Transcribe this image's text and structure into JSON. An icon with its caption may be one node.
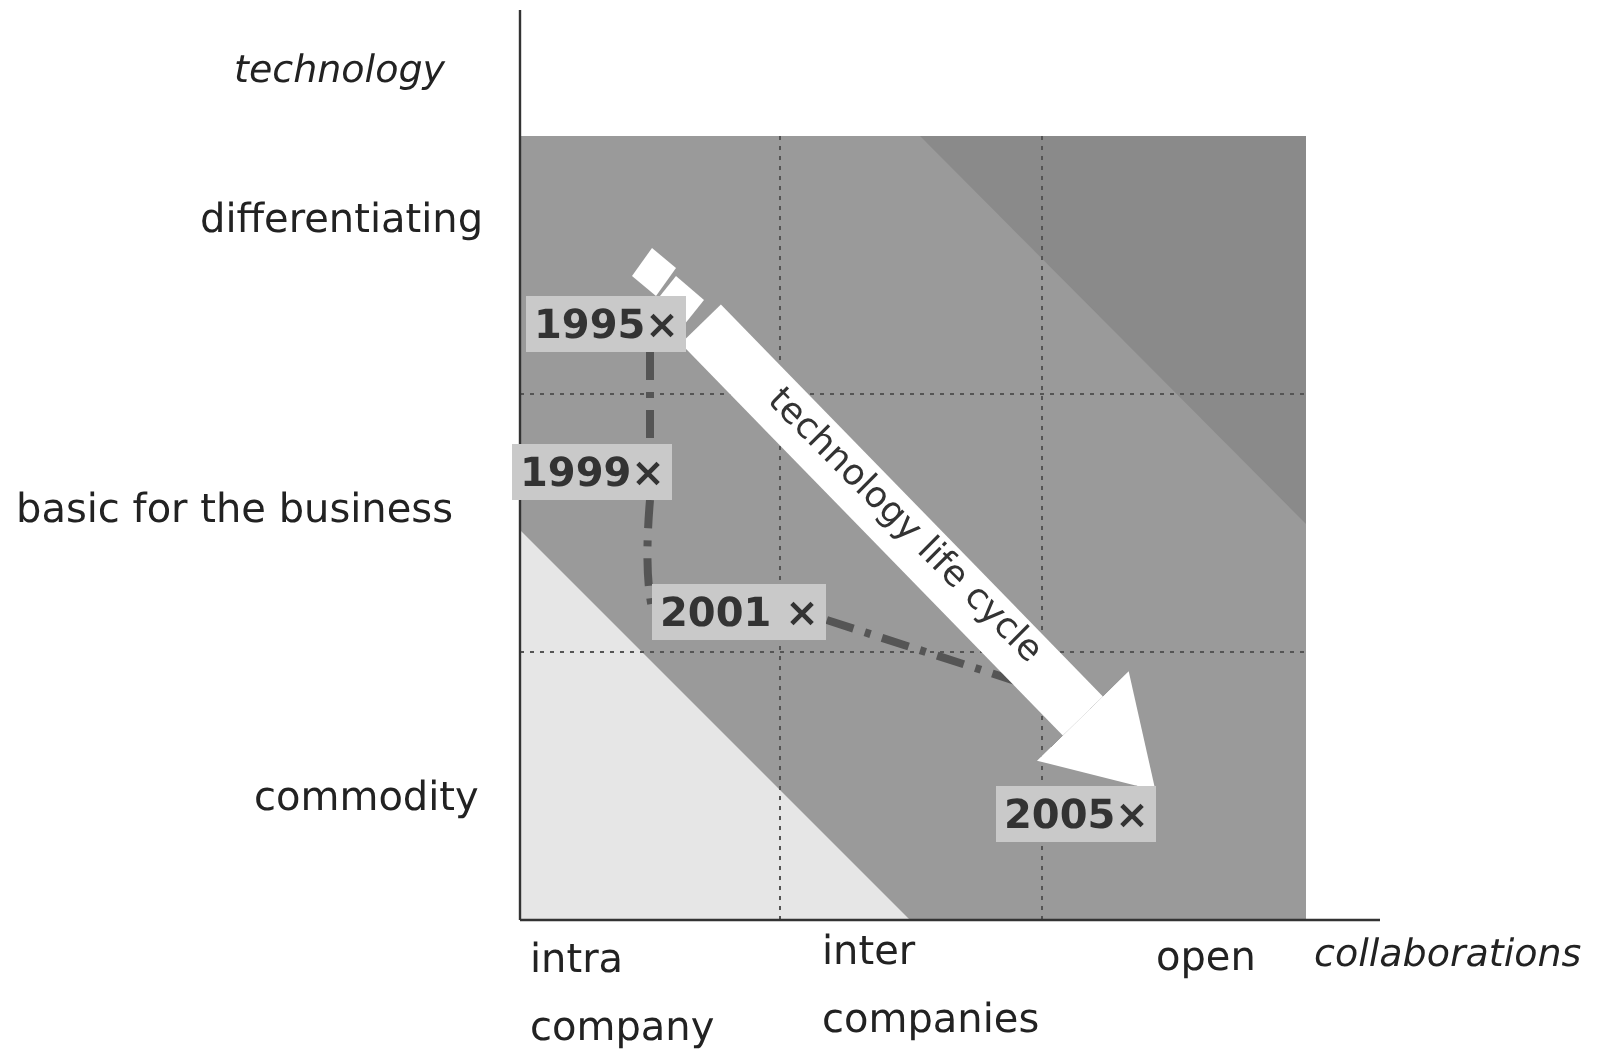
{
  "diagram": {
    "nodes": [
      {
        "text": [
          "1995×"
        ]
      },
      {
        "text": [
          "1999×"
        ]
      },
      {
        "text": [
          "2001 ×"
        ]
      },
      {
        "text": [
          "2005×"
        ]
      }
    ],
    "edges": [
      {
        "from": 0,
        "to": 1,
        "arrow": "none",
        "style": "dashed"
      },
      {
        "from": 1,
        "to": 2,
        "arrow": "none",
        "style": "dashed"
      },
      {
        "from": 2,
        "to": 3,
        "arrow": "to",
        "style": "dashed"
      },
      {
        "from": 0,
        "to": 3,
        "arrow": "to",
        "style": "thick",
        "color": "#ffffff",
        "label": "technology life cycle"
      }
    ],
    "labels": [
      "technology",
      "differentiating",
      "basic for the business",
      "commodity",
      "intra company",
      "inter companies",
      "open",
      "collaborations"
    ]
  }
}
